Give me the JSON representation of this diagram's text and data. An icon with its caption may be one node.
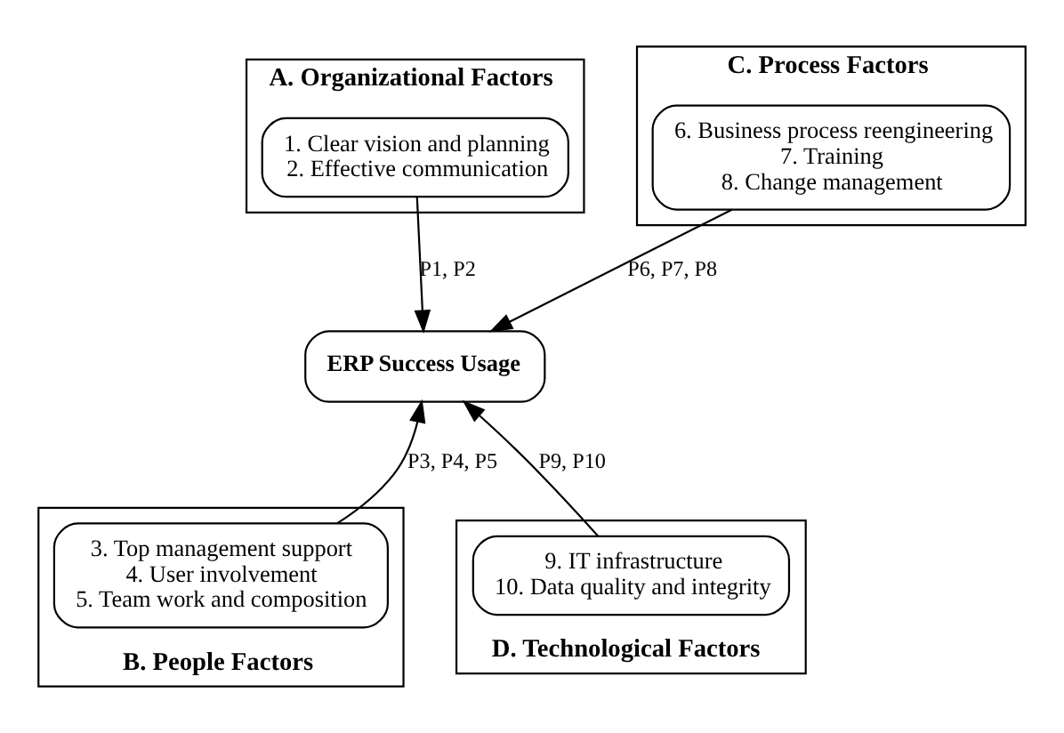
{
  "diagram": {
    "nodes": [
      {
        "text": [
          "A. Organizational Factors"
        ]
      },
      {
        "text": [
          "1. Clear vision and planning",
          "2. Effective communication"
        ],
        "in": 0
      },
      {
        "text": [
          "C. Process Factors"
        ]
      },
      {
        "text": [
          "6. Business process reengineering",
          "7. Training",
          "8. Change management"
        ],
        "in": 2
      },
      {
        "text": [
          "ERP Success Usage"
        ]
      },
      {
        "text": [
          "B. People Factors"
        ]
      },
      {
        "text": [
          "3. Top management support",
          "4. User involvement",
          "5. Team work and composition"
        ],
        "in": 5
      },
      {
        "text": [
          "D. Technological Factors"
        ]
      },
      {
        "text": [
          "9. IT infrastructure",
          "10. Data quality and integrity"
        ],
        "in": 7
      }
    ],
    "edges": [
      {
        "from": 1,
        "to": 4,
        "arrow": "to",
        "label": "P1, P2"
      },
      {
        "from": 6,
        "to": 4,
        "arrow": "to",
        "label": "P3, P4, P5"
      },
      {
        "from": 3,
        "to": 4,
        "arrow": "to",
        "label": "P6, P7, P8"
      },
      {
        "from": 8,
        "to": 4,
        "arrow": "to",
        "label": "P9, P10"
      }
    ]
  }
}
